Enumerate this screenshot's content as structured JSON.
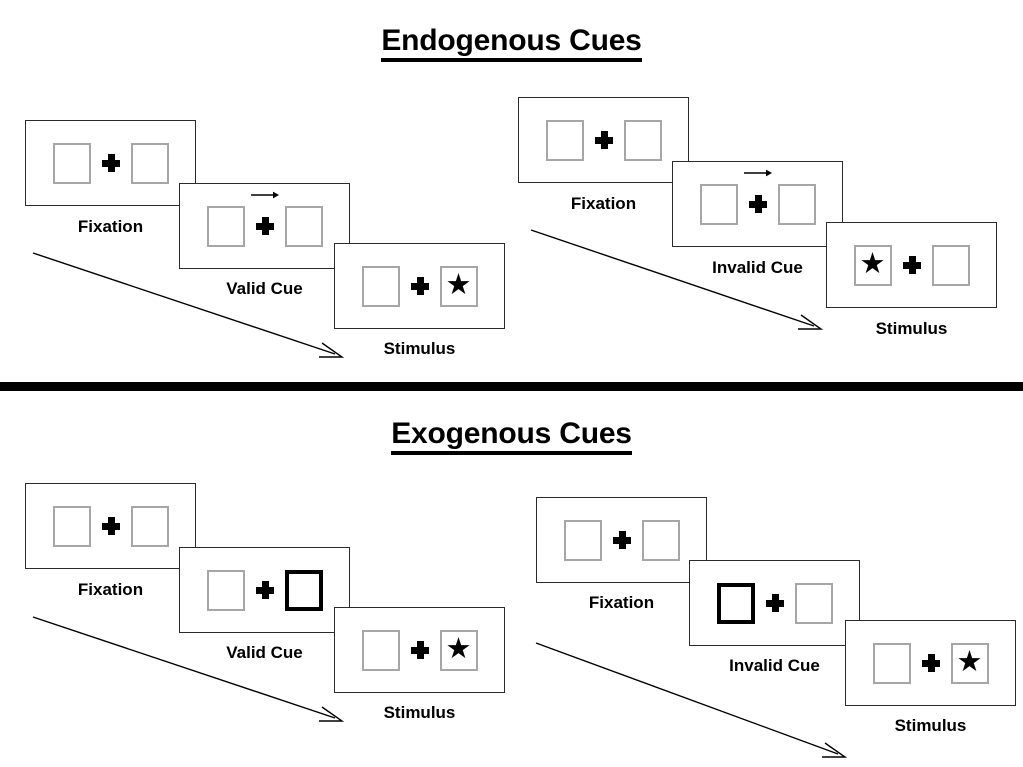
{
  "page": {
    "background_color": "#ffffff",
    "text_color": "#000000",
    "box_border_color": "#a6a6a6",
    "cued_box_border_color": "#000000",
    "panel_border_color": "#2b2b2b",
    "divider_color": "#000000"
  },
  "sections": [
    {
      "id": "endogenous",
      "title": "Endogenous Cues",
      "cue_type": "arrow",
      "sequences": [
        {
          "id": "endogenous-valid",
          "panels": [
            {
              "caption": "Fixation",
              "left_box": "empty",
              "right_box": "empty",
              "cue": "none",
              "star": "none"
            },
            {
              "caption": "Valid Cue",
              "left_box": "empty",
              "right_box": "empty",
              "cue": "arrow-right",
              "star": "none"
            },
            {
              "caption": "Stimulus",
              "left_box": "empty",
              "right_box": "star",
              "cue": "none",
              "star": "right"
            }
          ]
        },
        {
          "id": "endogenous-invalid",
          "panels": [
            {
              "caption": "Fixation",
              "left_box": "empty",
              "right_box": "empty",
              "cue": "none",
              "star": "none"
            },
            {
              "caption": "Invalid Cue",
              "left_box": "empty",
              "right_box": "empty",
              "cue": "arrow-right",
              "star": "none"
            },
            {
              "caption": "Stimulus",
              "left_box": "star",
              "right_box": "empty",
              "cue": "none",
              "star": "left"
            }
          ]
        }
      ]
    },
    {
      "id": "exogenous",
      "title": "Exogenous Cues",
      "cue_type": "box-highlight",
      "sequences": [
        {
          "id": "exogenous-valid",
          "panels": [
            {
              "caption": "Fixation",
              "left_box": "empty",
              "right_box": "empty",
              "cue": "none",
              "star": "none"
            },
            {
              "caption": "Valid Cue",
              "left_box": "empty",
              "right_box": "cued",
              "cue": "highlight-right",
              "star": "none"
            },
            {
              "caption": "Stimulus",
              "left_box": "empty",
              "right_box": "star",
              "cue": "none",
              "star": "right"
            }
          ]
        },
        {
          "id": "exogenous-invalid",
          "panels": [
            {
              "caption": "Fixation",
              "left_box": "empty",
              "right_box": "empty",
              "cue": "none",
              "star": "none"
            },
            {
              "caption": "Invalid Cue",
              "left_box": "cued",
              "right_box": "empty",
              "cue": "highlight-left",
              "star": "none"
            },
            {
              "caption": "Stimulus",
              "left_box": "empty",
              "right_box": "star",
              "cue": "none",
              "star": "right"
            }
          ]
        }
      ]
    }
  ],
  "glyphs": {
    "star": "★",
    "fixation_cross": "plus",
    "cue_arrow": "arrow-right",
    "time_arrow": "diagonal-arrow-down-right"
  }
}
